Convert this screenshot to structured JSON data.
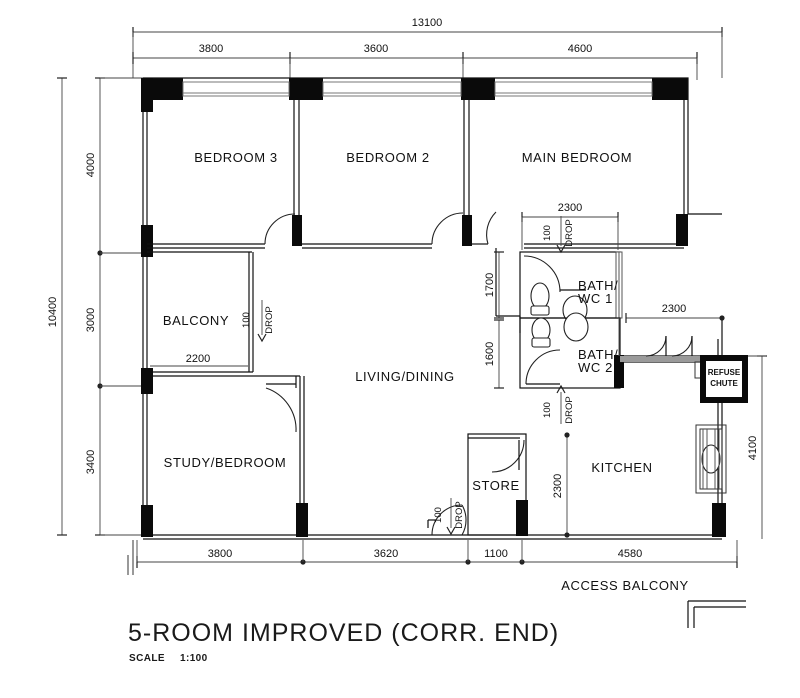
{
  "drawing": {
    "title": "5-ROOM IMPROVED (CORR. END)",
    "scale_label": "SCALE",
    "scale_value": "1:100",
    "line_color": "#111111",
    "wall_color": "#0a0a0a"
  },
  "rooms": [
    {
      "id": "bedroom-3",
      "label": "BEDROOM 3"
    },
    {
      "id": "bedroom-2",
      "label": "BEDROOM 2"
    },
    {
      "id": "main-bedroom",
      "label": "MAIN BEDROOM"
    },
    {
      "id": "balcony",
      "label": "BALCONY"
    },
    {
      "id": "living-dining",
      "label": "LIVING/DINING"
    },
    {
      "id": "study-bedroom",
      "label": "STUDY/BEDROOM"
    },
    {
      "id": "bath-wc-1-line1",
      "label": "BATH/"
    },
    {
      "id": "bath-wc-1-line2",
      "label": "WC  1"
    },
    {
      "id": "bath-wc-2-line1",
      "label": "BATH/"
    },
    {
      "id": "bath-wc-2-line2",
      "label": "WC  2"
    },
    {
      "id": "store",
      "label": "STORE"
    },
    {
      "id": "kitchen",
      "label": "KITCHEN"
    },
    {
      "id": "refuse-chute-line1",
      "label": "REFUSE"
    },
    {
      "id": "refuse-chute-line2",
      "label": "CHUTE"
    },
    {
      "id": "access-balcony",
      "label": "ACCESS   BALCONY"
    }
  ],
  "dimensions": {
    "top_overall": "13100",
    "top_segments": [
      "3800",
      "3600",
      "4600"
    ],
    "left_overall": "10400",
    "left_segments": [
      "4000",
      "3000",
      "3400"
    ],
    "bottom_segments": [
      "3800",
      "3620",
      "1100",
      "4580"
    ],
    "right_segment": "4100",
    "bath_width": "2300",
    "bath1_height": "1700",
    "bath2_height": "1600",
    "balcony_width": "2200",
    "kitchen_right_offset": "2300",
    "store_depth": "2300"
  },
  "drop_notes": [
    {
      "id": "drop-balcony",
      "value": "100",
      "word": "DROP"
    },
    {
      "id": "drop-bath1",
      "value": "100",
      "word": "DROP"
    },
    {
      "id": "drop-bath2",
      "value": "100",
      "word": "DROP"
    },
    {
      "id": "drop-entrance",
      "value": "100",
      "word": "DROP"
    }
  ]
}
